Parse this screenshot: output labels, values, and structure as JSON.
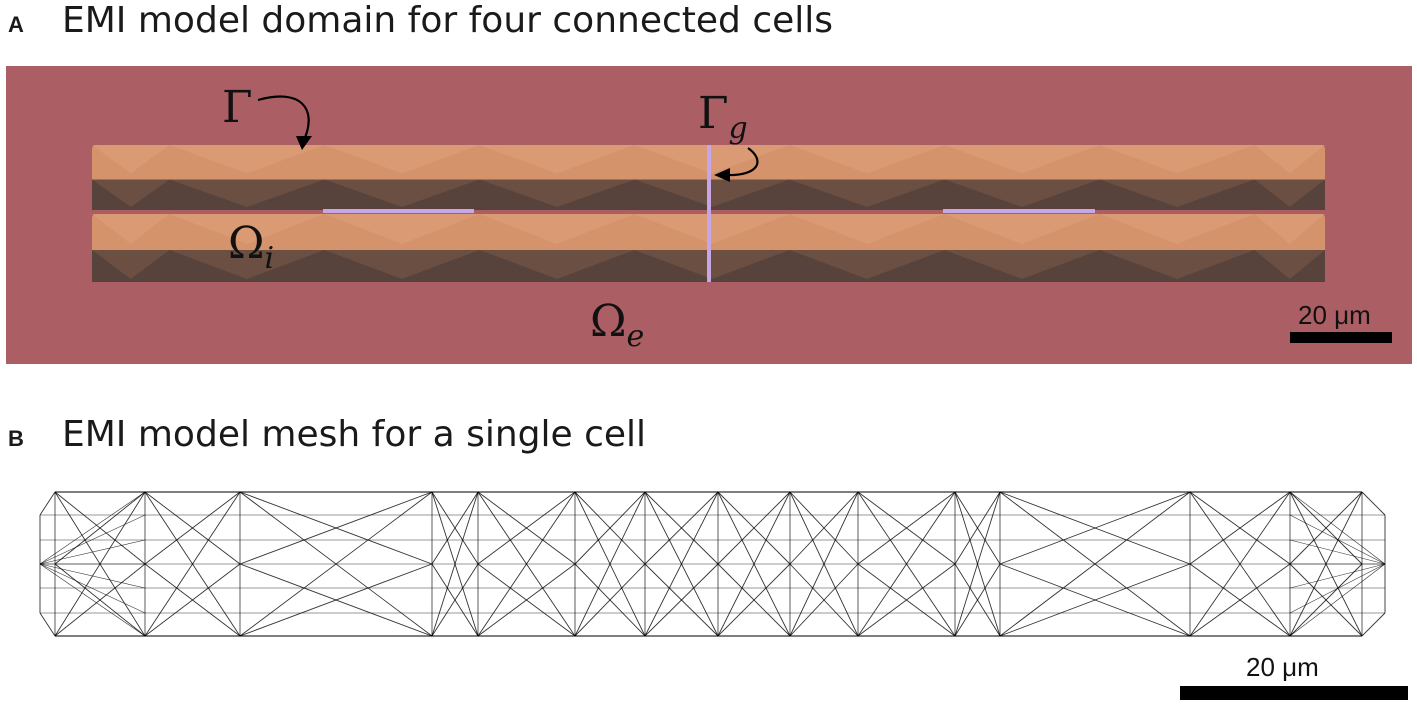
{
  "panel_a": {
    "letter": "A",
    "title": "EMI model domain for four connected cells",
    "labels": {
      "gamma": "Γ",
      "gamma_g": "Γ",
      "gamma_g_sub": "g",
      "omega_i": "Ω",
      "omega_i_sub": "i",
      "omega_e": "Ω",
      "omega_e_sub": "e"
    },
    "scale_bar": "20 μm",
    "colors": {
      "extracellular": "#ab5f65",
      "cell_light": "#d4936a",
      "cell_dark": "#57433b",
      "gap_junction": "#c7a6e6"
    }
  },
  "panel_b": {
    "letter": "B",
    "title": "EMI model mesh for a single cell",
    "scale_bar": "20 μm"
  }
}
